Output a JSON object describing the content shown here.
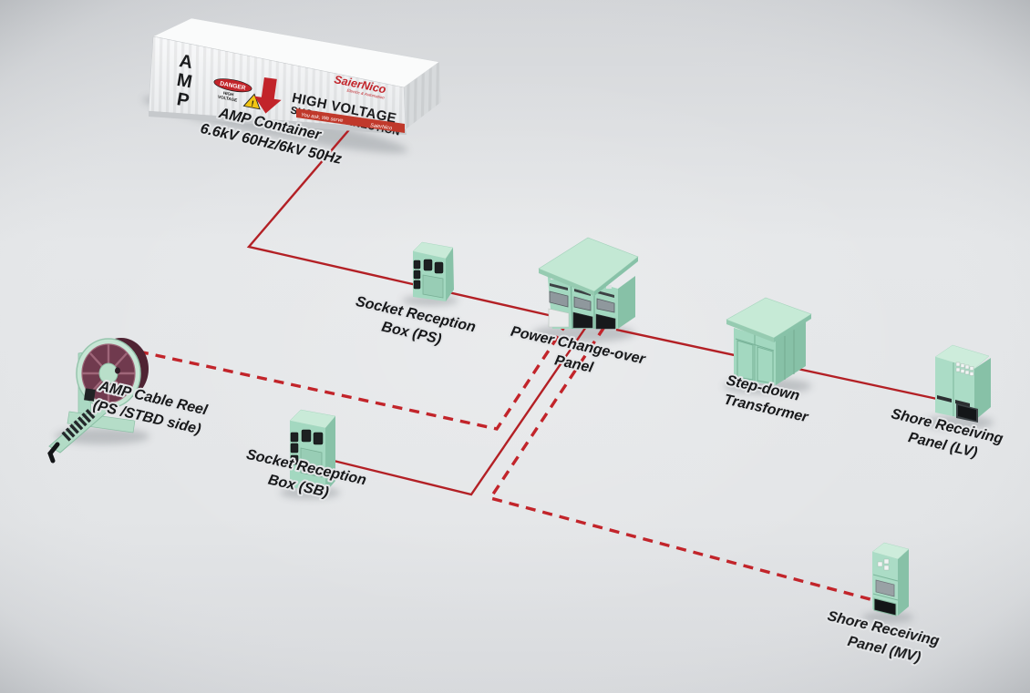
{
  "palette": {
    "background": "#e2e4e6",
    "cable_solid": "#b32025",
    "cable_dashed": "#c2242a",
    "cabinet_front": "#a3d8c0",
    "cabinet_top": "#c9ead8",
    "cabinet_side": "#87c1a7",
    "reel_drum": "#703a4e",
    "container_white": "#f3f4f5",
    "banner_red": "#c0392b",
    "warning_yellow": "#f2c513"
  },
  "container": {
    "amp_letters": [
      "A",
      "M",
      "P"
    ],
    "danger": {
      "title": "DANGER",
      "sub1": "HIGH",
      "sub2": "VOLTAGE",
      "mark": "!"
    },
    "title_line1": "HIGH VOLTAGE",
    "title_line2": "SHORE CONNECTION",
    "brand": "SaierNico",
    "brand_sub": "Electric & Automation",
    "banner_left": "You ask, We serve",
    "banner_right": "SaierNico"
  },
  "labels": {
    "amp_container": {
      "line1": "AMP Container",
      "line2": "6.6kV 60Hz/6kV 50Hz"
    },
    "socket_ps": {
      "line1": "Socket Reception",
      "line2": "Box (PS)"
    },
    "changeover": {
      "line1": "Power Change-over",
      "line2": "Panel"
    },
    "transformer": {
      "line1": "Step-down",
      "line2": "Transformer"
    },
    "shore_lv": {
      "line1": "Shore Receiving",
      "line2": "Panel (LV)"
    },
    "cable_reel": {
      "line1": "AMP Cable Reel",
      "line2": "(PS /STBD side)"
    },
    "socket_sb": {
      "line1": "Socket Reception",
      "line2": "Box (SB)"
    },
    "shore_mv": {
      "line1": "Shore Receiving",
      "line2": "Panel (MV)"
    }
  },
  "connections": [
    {
      "from": "AMP Container",
      "to": "Socket Reception Box (PS)",
      "style": "solid"
    },
    {
      "from": "Socket Reception Box (PS)",
      "to": "Power Change-over Panel",
      "style": "solid"
    },
    {
      "from": "Power Change-over Panel",
      "to": "Step-down Transformer",
      "style": "solid"
    },
    {
      "from": "Step-down Transformer",
      "to": "Shore Receiving Panel (LV)",
      "style": "solid"
    },
    {
      "from": "Power Change-over Panel",
      "to": "Socket Reception Box (SB)",
      "style": "solid"
    },
    {
      "from": "AMP Cable Reel (PS/STBD side)",
      "to": "Power Change-over Panel",
      "style": "dashed"
    },
    {
      "from": "Power Change-over Panel",
      "to": "Shore Receiving Panel (MV)",
      "style": "dashed"
    }
  ]
}
